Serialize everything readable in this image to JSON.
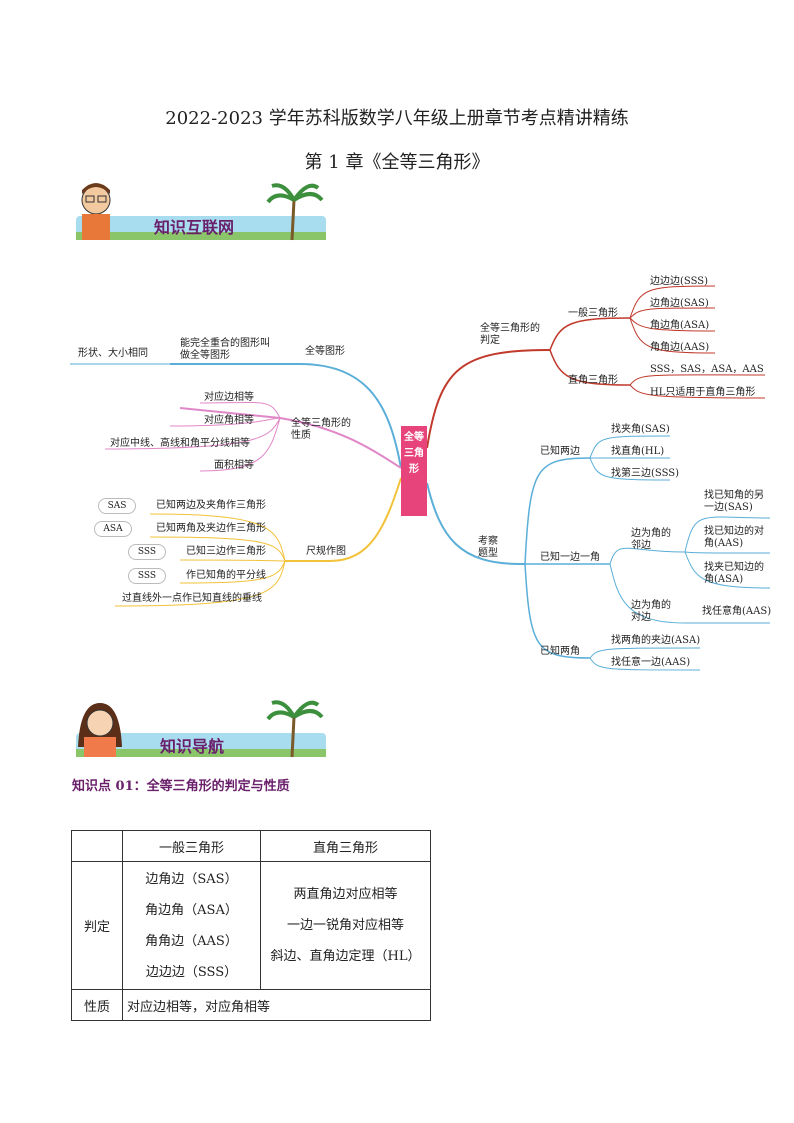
{
  "header": {
    "title": "2022-2023 学年苏科版数学八年级上册章节考点精讲精练",
    "subtitle": "第 1 章《全等三角形》"
  },
  "banners": {
    "network": "知识互联网",
    "navigation": "知识导航"
  },
  "mindmap": {
    "center": "全等三角形",
    "left": {
      "congruent_figures": {
        "label": "全等图形",
        "definition": "能完全重合的图形叫做全等图形",
        "property": "形状、大小相同"
      },
      "properties": {
        "label": "全等三角形的性质",
        "items": [
          "对应边相等",
          "对应角相等",
          "对应中线、高线和角平分线相等",
          "面积相等"
        ]
      },
      "construction": {
        "label": "尺规作图",
        "items": [
          {
            "tag": "SAS",
            "text": "已知两边及夹角作三角形"
          },
          {
            "tag": "ASA",
            "text": "已知两角及夹边作三角形"
          },
          {
            "tag": "SSS",
            "text": "已知三边作三角形"
          },
          {
            "tag": "SSS",
            "text": "作已知角的平分线"
          },
          {
            "tag": "",
            "text": "过直线外一点作已知直线的垂线"
          }
        ]
      }
    },
    "right": {
      "criteria": {
        "label": "全等三角形的判定",
        "general": {
          "label": "一般三角形",
          "items": [
            "边边边(SSS)",
            "边角边(SAS)",
            "角边角(ASA)",
            "角角边(AAS)"
          ]
        },
        "right_triangle": {
          "label": "直角三角形",
          "items": [
            "SSS，SAS，ASA，AAS",
            "HL只适用于直角三角形"
          ]
        }
      },
      "question_types": {
        "label": "考察题型",
        "two_sides": {
          "label": "已知两边",
          "items": [
            "找夹角(SAS)",
            "找直角(HL)",
            "找第三边(SSS)"
          ]
        },
        "side_angle": {
          "label": "已知一边一角",
          "adjacent": {
            "label": "边为角的邻边",
            "items": [
              "找已知角的另一边(SAS)",
              "找已知边的对角(AAS)",
              "找夹已知边的角(ASA)"
            ]
          },
          "opposite": {
            "label": "边为角的对边",
            "items": [
              "找任意角(AAS)"
            ]
          }
        },
        "two_angles": {
          "label": "已知两角",
          "items": [
            "找两角的夹边(ASA)",
            "找任意一边(AAS)"
          ]
        }
      }
    }
  },
  "knowledge_point": {
    "heading": "知识点 01：全等三角形的判定与性质",
    "table": {
      "headers": [
        "",
        "一般三角形",
        "直角三角形"
      ],
      "row_criteria_label": "判定",
      "general_criteria": [
        "边角边（SAS）",
        "角边角（ASA）",
        "角角边（AAS）",
        "边边边（SSS）"
      ],
      "right_criteria": [
        "两直角边对应相等",
        "一边一锐角对应相等",
        "斜边、直角边定理（HL）"
      ],
      "row_property_label": "性质",
      "property_text": "对应边相等，对应角相等"
    }
  },
  "colors": {
    "banner_text": "#6a1f6b",
    "center_box": "#e6447a",
    "branch_blue": "#5aaed8",
    "branch_pink": "#e087c8",
    "branch_yellow": "#f2c23a",
    "branch_red": "#c0392b"
  }
}
